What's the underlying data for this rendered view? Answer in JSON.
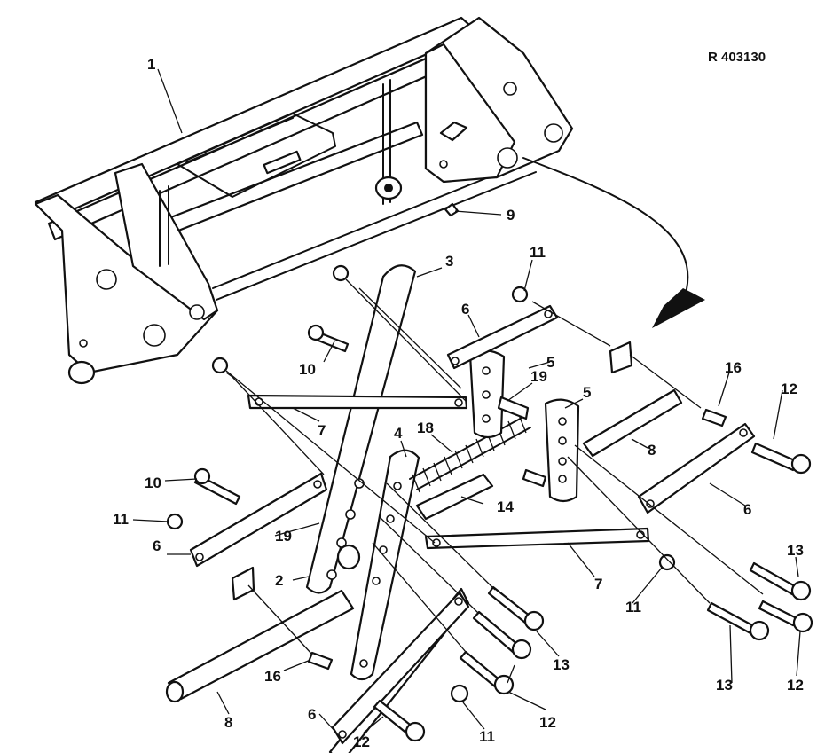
{
  "reference": "R 403130",
  "callouts": {
    "c1": "1",
    "c2": "2",
    "c3": "3",
    "c4": "4",
    "c5a": "5",
    "c5b": "5",
    "c6a": "6",
    "c6b": "6",
    "c6c": "6",
    "c6d": "6",
    "c7a": "7",
    "c7b": "7",
    "c8a": "8",
    "c8b": "8",
    "c9": "9",
    "c10a": "10",
    "c10b": "10",
    "c11a": "11",
    "c11b": "11",
    "c11c": "11",
    "c11d": "11",
    "c12a": "12",
    "c12b": "12",
    "c12c": "12",
    "c12d": "12",
    "c13a": "13",
    "c13b": "13",
    "c13c": "13",
    "c14": "14",
    "c16a": "16",
    "c16b": "16",
    "c18": "18",
    "c19a": "19",
    "c19b": "19"
  }
}
